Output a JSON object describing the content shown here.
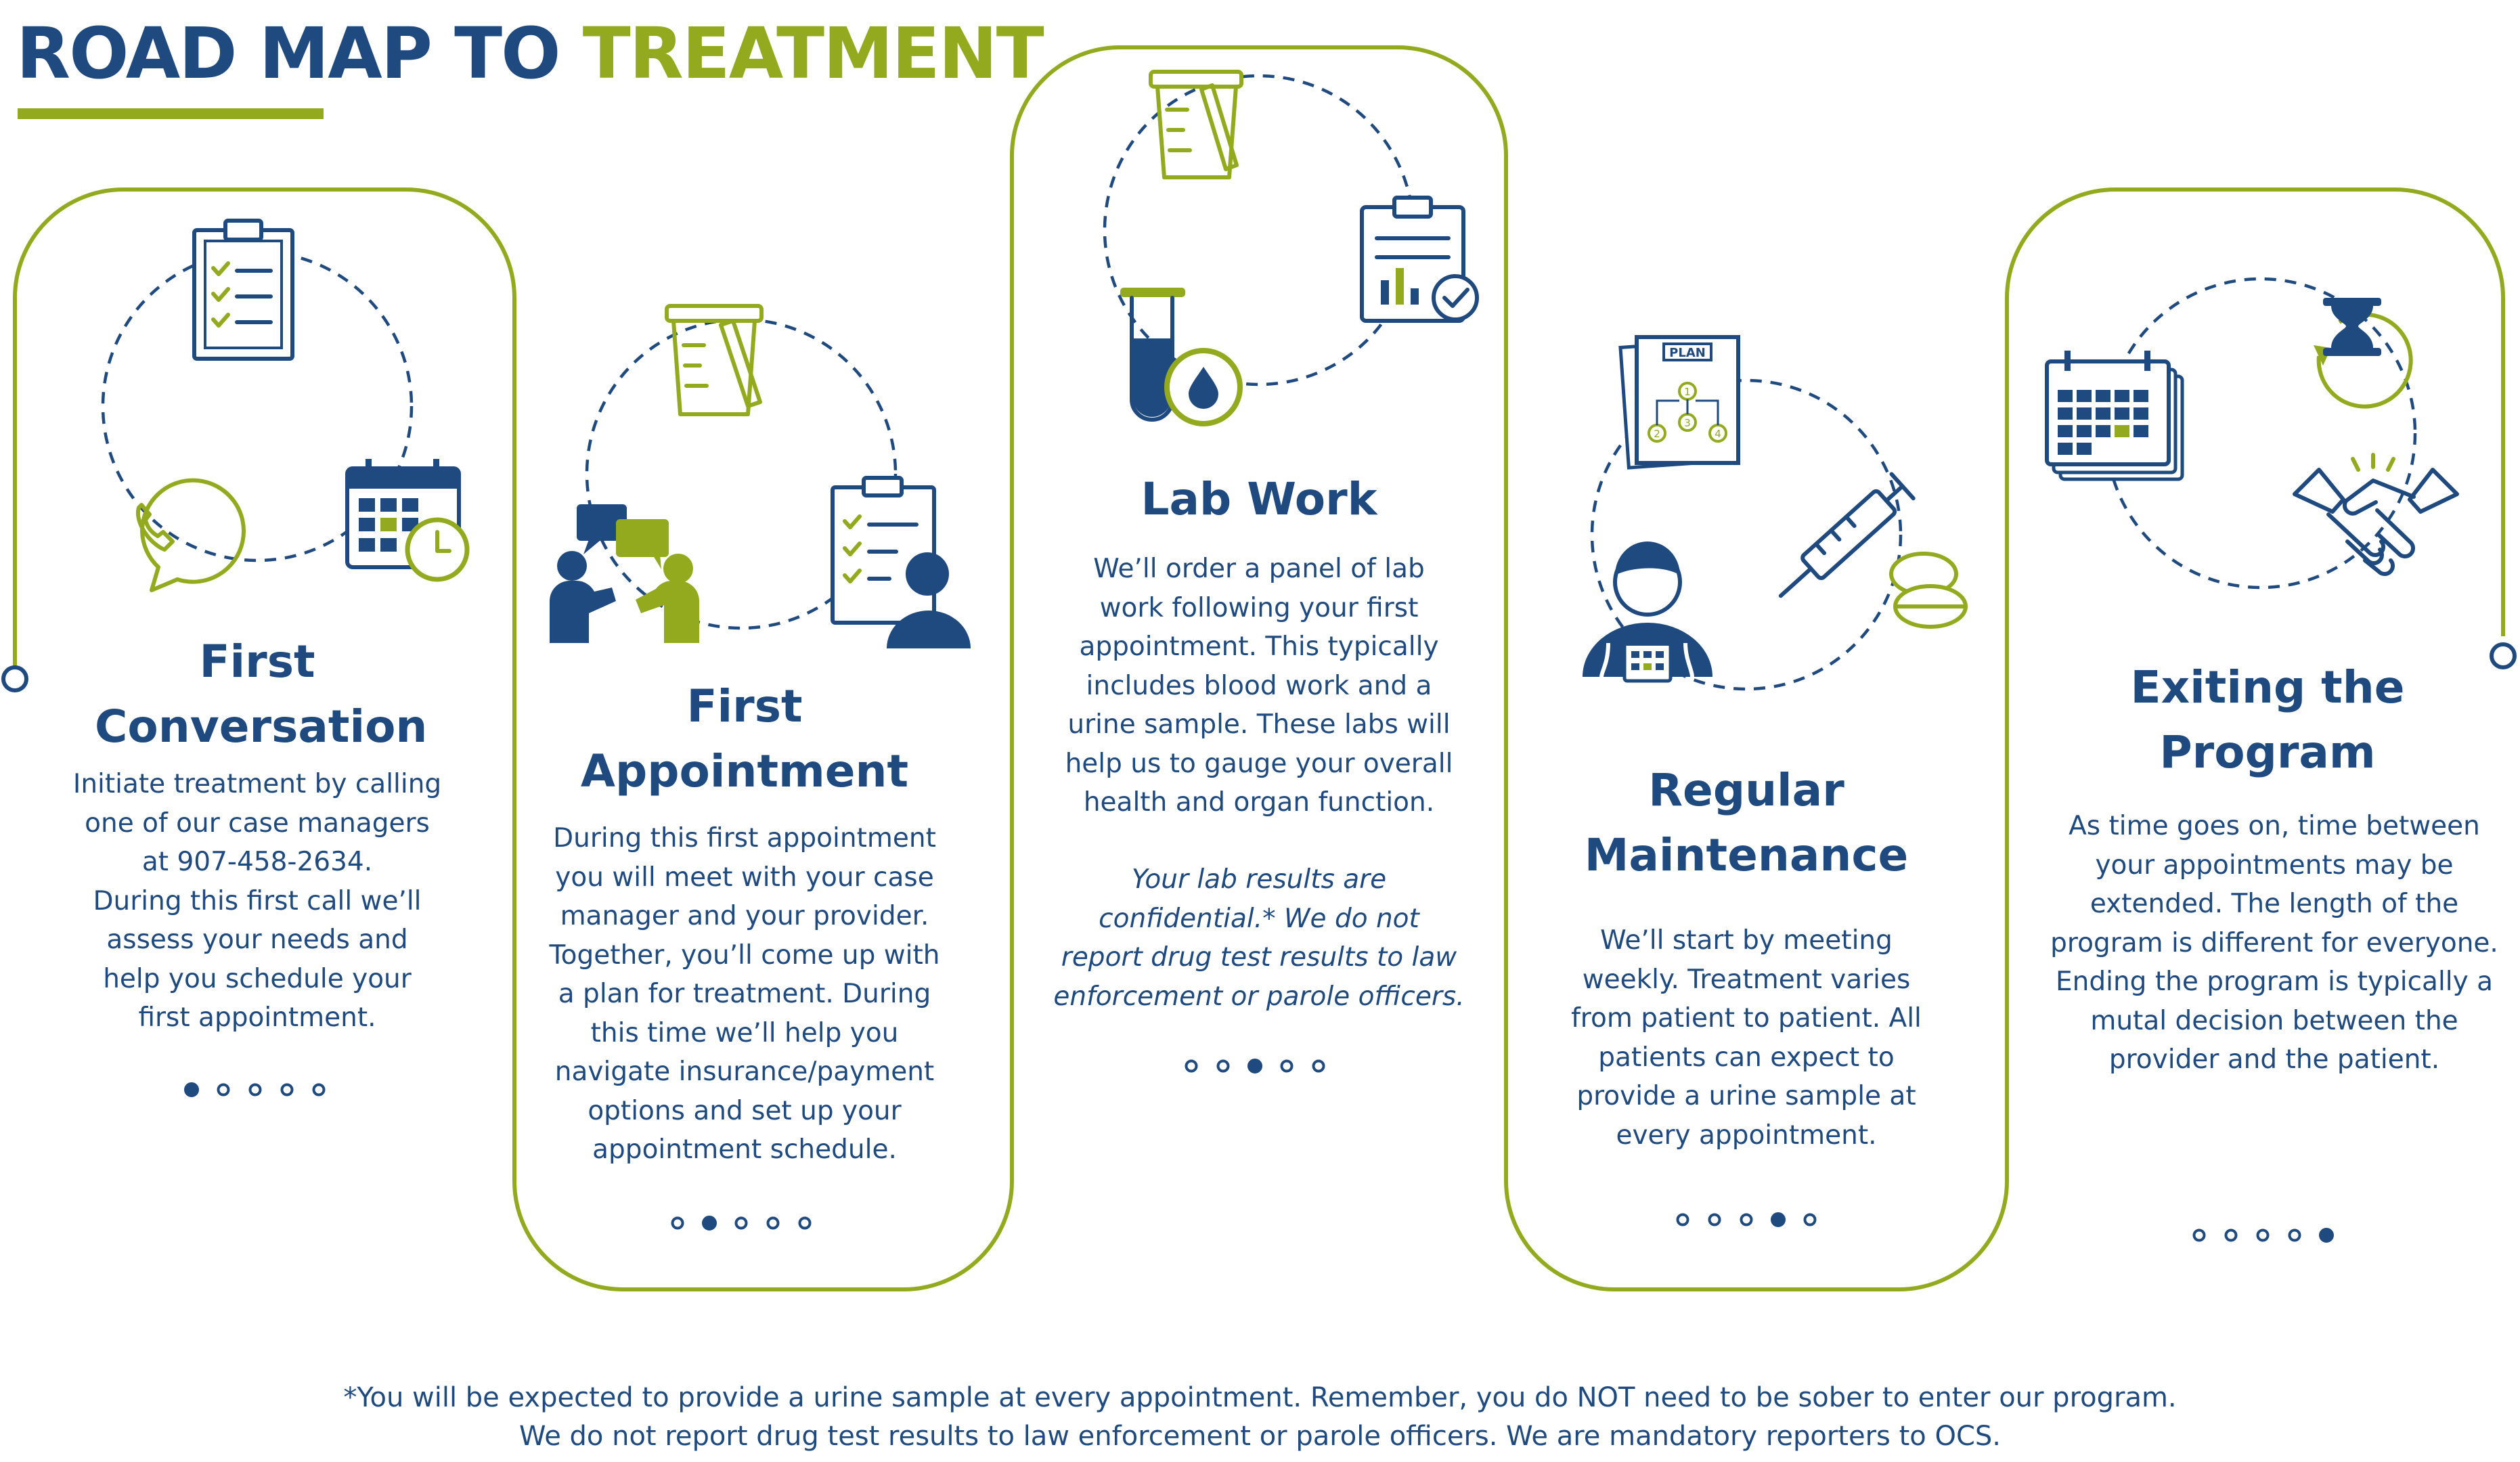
{
  "title": {
    "part1": "ROAD MAP TO",
    "part2": "TREATMENT"
  },
  "colors": {
    "navy": "#1f4a7f",
    "green": "#93aa1e",
    "accent": "#93aa1e"
  },
  "steps": [
    {
      "heading": [
        "First",
        "Conversation"
      ],
      "body": [
        "Initiate treatment by calling",
        "one of our case managers",
        "at 907-458-2634.",
        "During this first call we’ll",
        "assess your needs and",
        "help you schedule your",
        "first appointment."
      ],
      "icons": [
        "clipboard-checklist-icon",
        "phone-chat-icon",
        "calendar-clock-icon"
      ],
      "progress": 1,
      "dots_total": 5
    },
    {
      "heading": [
        "First",
        "Appointment"
      ],
      "body": [
        "During this first appointment",
        "you will meet with your case",
        "manager and your provider.",
        "Together, you’ll come up with",
        "a plan for treatment. During",
        "this time we’ll help you",
        "navigate insurance/payment",
        "options and set up your",
        "appointment schedule."
      ],
      "icons": [
        "specimen-cup-icon",
        "conversation-people-icon",
        "checklist-person-icon"
      ],
      "progress": 2,
      "dots_total": 5
    },
    {
      "heading": [
        "Lab Work"
      ],
      "body": [
        "We’ll order a panel of lab",
        "work following your first",
        "appointment. This typically",
        "includes blood work and a",
        "urine sample. These labs will",
        "help us to gauge your overall",
        "health and organ function."
      ],
      "note": [
        "Your lab results are",
        "confidential.* We do not",
        "report drug test results to law",
        "enforcement or parole officers."
      ],
      "icons": [
        "specimen-cup-icon",
        "report-clipboard-icon",
        "test-tube-blood-icon"
      ],
      "progress": 3,
      "dots_total": 5
    },
    {
      "heading": [
        "Regular",
        "Maintenance"
      ],
      "body": [
        "We’ll start by meeting",
        "weekly. Treatment varies",
        "from patient to patient. All",
        "patients can expect to",
        "provide a urine sample at",
        "every appointment."
      ],
      "icons": [
        "plan-document-icon",
        "syringe-pills-icon",
        "doctor-calendar-icon"
      ],
      "plan_label": "PLAN",
      "plan_steps": [
        "1",
        "2",
        "3",
        "4"
      ],
      "progress": 4,
      "dots_total": 5
    },
    {
      "heading": [
        "Exiting the",
        "Program"
      ],
      "body": [
        "As time goes on, time between",
        "your appointments may be",
        "extended. The length of the",
        "program is different for everyone.",
        "Ending the program is typically a",
        "mutal decision between the",
        "provider and the patient."
      ],
      "icons": [
        "calendar-stack-icon",
        "hourglass-icon",
        "handshake-icon"
      ],
      "progress": 5,
      "dots_total": 5
    }
  ],
  "footnote": [
    "*You will be expected to provide a urine sample at every appointment. Remember, you do NOT need to be sober to enter our program.",
    "We do not report drug test results to law enforcement or parole officers. We are mandatory reporters to OCS."
  ]
}
